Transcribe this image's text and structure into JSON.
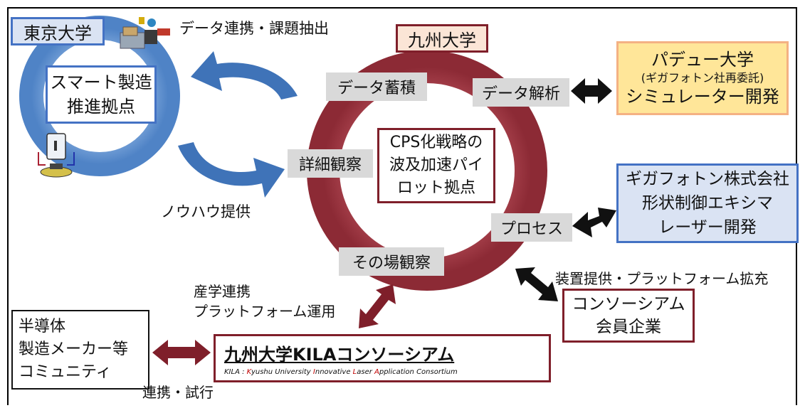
{
  "colors": {
    "blue_ring": "#5b8fd0",
    "blue_ring_dark": "#3f73b8",
    "red_ring": "#a63a45",
    "red_ring_dark": "#7f1f2a",
    "blue_box": "#4472c4",
    "red_box": "#7f1f2a",
    "yellow_fill": "#ffe699",
    "yellow_border": "#f4b183",
    "blue_fill": "#dae3f3",
    "gray_label": "#d9d9d9",
    "red_letter": "#c00000"
  },
  "tokyo": {
    "name": "東京大学",
    "center_line1": "スマート製造",
    "center_line2": "推進拠点"
  },
  "kyushu": {
    "name": "九州大学",
    "center_line1": "CPS化戦略の",
    "center_line2": "波及加速パイ",
    "center_line3": "ロット拠点"
  },
  "ring_labels": {
    "accumulate": "データ蓄積",
    "analyze": "データ解析",
    "detailed": "詳細観察",
    "process": "プロセス",
    "onsite": "その場観察"
  },
  "arrows": {
    "top_label": "データ連携・課題抽出",
    "bottom_label": "ノウハウ提供",
    "industry_line1": "産学連携",
    "industry_line2": "プラットフォーム運用",
    "equipment_label": "装置提供・プラットフォーム拡充",
    "trial_label": "連携・試行"
  },
  "purdue": {
    "line1": "パデュー大学",
    "line2": "(ギガフォトン社再委託)",
    "line3": "シミュレーター開発"
  },
  "gigaphoton": {
    "line1": "ギガフォトン株式会社",
    "line2": "形状制御エキシマ",
    "line3": "レーザー開発"
  },
  "consortium_members": {
    "line1": "コンソーシアム",
    "line2": "会員企業"
  },
  "community": {
    "line1": "半導体",
    "line2": "製造メーカー等",
    "line3": "コミュニティ"
  },
  "kila": {
    "title": "九州大学KILAコンソーシアム",
    "sub_prefix": "KILA : ",
    "sub_k": "K",
    "sub_yushu": "yushu University ",
    "sub_i": "I",
    "sub_nnovative": "nnovative ",
    "sub_l": "L",
    "sub_aser": "aser ",
    "sub_a": "A",
    "sub_pplication": "pplication Consortium"
  },
  "icons": [
    "machine-cluster-icon",
    "smartphone-lab-icon"
  ]
}
